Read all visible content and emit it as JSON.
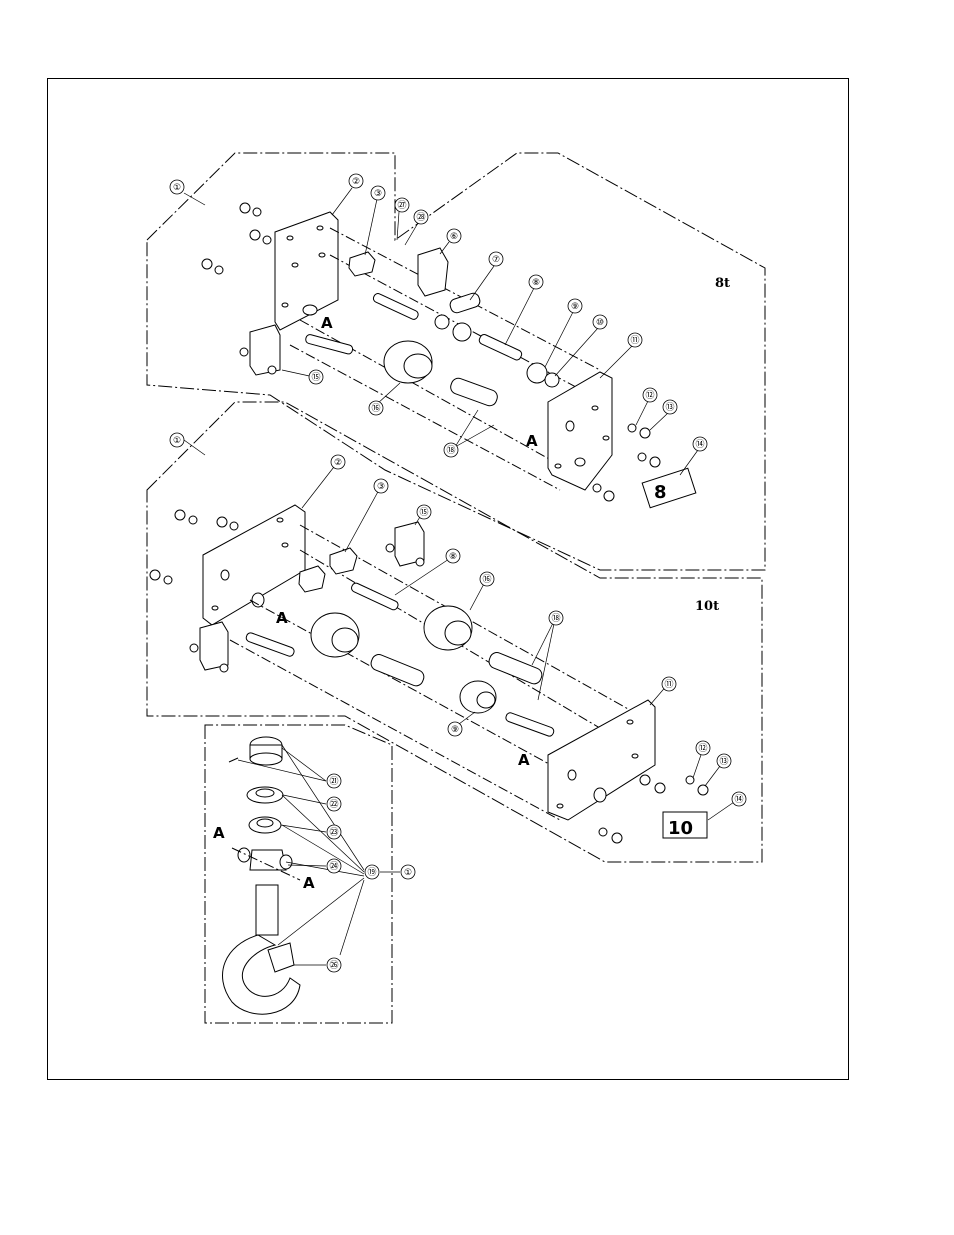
{
  "title": "",
  "variants": {
    "upper": {
      "label": "8t",
      "plate_number": "8"
    },
    "lower": {
      "label": "10t",
      "plate_number": "10"
    }
  },
  "axis_marker": "A",
  "callouts": {
    "upper": [
      "①",
      "②",
      "③",
      "㉗",
      "㉘",
      "⑥",
      "⑦",
      "⑧",
      "⑨",
      "⑩",
      "⑪",
      "⑫",
      "⑬",
      "⑭",
      "⑮",
      "⑯",
      "⑱"
    ],
    "lower": [
      "①",
      "②",
      "③",
      "⑮",
      "⑧",
      "⑯",
      "⑱",
      "⑪",
      "⑨",
      "⑫",
      "⑬",
      "⑭"
    ],
    "hook": [
      "㉑",
      "㉒",
      "㉓",
      "㉔",
      "⑲",
      "①",
      "㉖"
    ]
  },
  "colors": {
    "ink": "#000000",
    "paper": "#ffffff",
    "shade": "#8a8a8a"
  }
}
